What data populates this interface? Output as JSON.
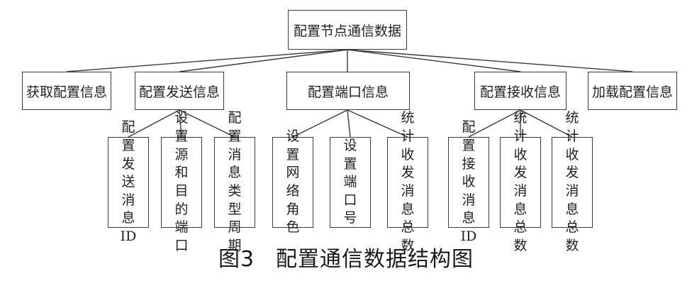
{
  "diagram": {
    "root": {
      "label": "配置节点通信数据"
    },
    "level1": [
      {
        "label": "获取配置信息"
      },
      {
        "label": "配置发送信息"
      },
      {
        "label": "配置端口信息"
      },
      {
        "label": "配置接收信息"
      },
      {
        "label": "加载配置信息"
      }
    ],
    "level2": [
      {
        "label": "配置发送消息ID"
      },
      {
        "label": "设置源和目的端口"
      },
      {
        "label": "配置消息类型周期"
      },
      {
        "label": "设置网络角色"
      },
      {
        "label": "设置端口号"
      },
      {
        "label": "统计收发消息总数"
      },
      {
        "label": "配置接收消息ID"
      },
      {
        "label": "统计收发消息总数"
      },
      {
        "label": "统计收发消息总数"
      }
    ]
  },
  "caption": {
    "number": "图3",
    "title": "配置通信数据结构图"
  }
}
